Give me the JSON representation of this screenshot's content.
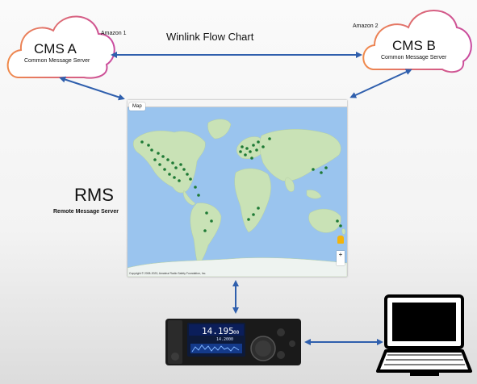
{
  "title": "Winlink Flow Chart",
  "cms_a": {
    "title": "CMS A",
    "subtitle": "Common Message Server",
    "host": "Amazon 1"
  },
  "cms_b": {
    "title": "CMS B",
    "subtitle": "Common Message Server",
    "host": "Amazon 2"
  },
  "rms": {
    "title": "RMS",
    "subtitle": "Remote Message Server"
  },
  "map": {
    "map_button": "Map",
    "attribution": "Copyright © 2008-2023, Amateur Radio Safety Foundation, Inc.",
    "zoom": "+"
  },
  "radio": {
    "frequency": "14.195",
    "frequency_small": "00",
    "secondary": "14.2000"
  },
  "colors": {
    "arrow": "#2f5fad",
    "cloud_left": "#f08a4b",
    "cloud_right": "#c94aa0",
    "ocean": "#9ac4ee",
    "land": "#c9e2b6",
    "marker": "#1e7a35"
  }
}
